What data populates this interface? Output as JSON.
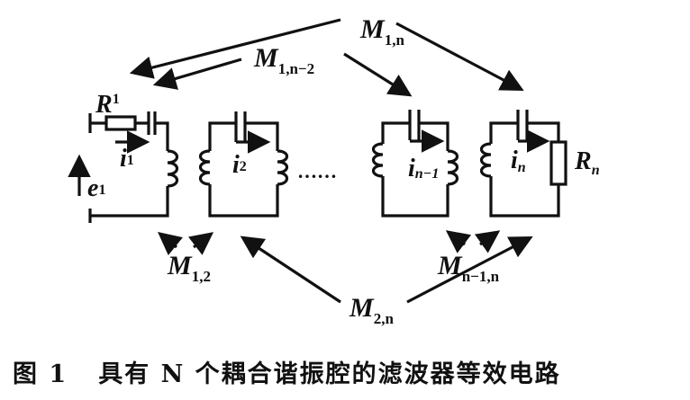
{
  "diagram": {
    "labels": {
      "m1n": {
        "main": "M",
        "sub": "1,n"
      },
      "m1n2": {
        "main": "M",
        "sub": "1,n−2"
      },
      "m12": {
        "main": "M",
        "sub": "1,2"
      },
      "m2n": {
        "main": "M",
        "sub": "2,n"
      },
      "mn1n": {
        "main": "M",
        "sub": "n−1,n"
      },
      "r1": {
        "main": "R",
        "sub": "1"
      },
      "rn": {
        "main": "R",
        "sub": "n"
      },
      "e1": {
        "main": "e",
        "sub": "1"
      },
      "i1": {
        "main": "i",
        "sub": "1"
      },
      "i2": {
        "main": "i",
        "sub": "2"
      },
      "in1": {
        "main": "i",
        "sub": "n−1"
      },
      "in": {
        "main": "i",
        "sub": "n"
      },
      "ellipsis": "……"
    }
  },
  "caption": {
    "figure_number": "图 1",
    "text": "具有 N 个耦合谐振腔的滤波器等效电路"
  }
}
